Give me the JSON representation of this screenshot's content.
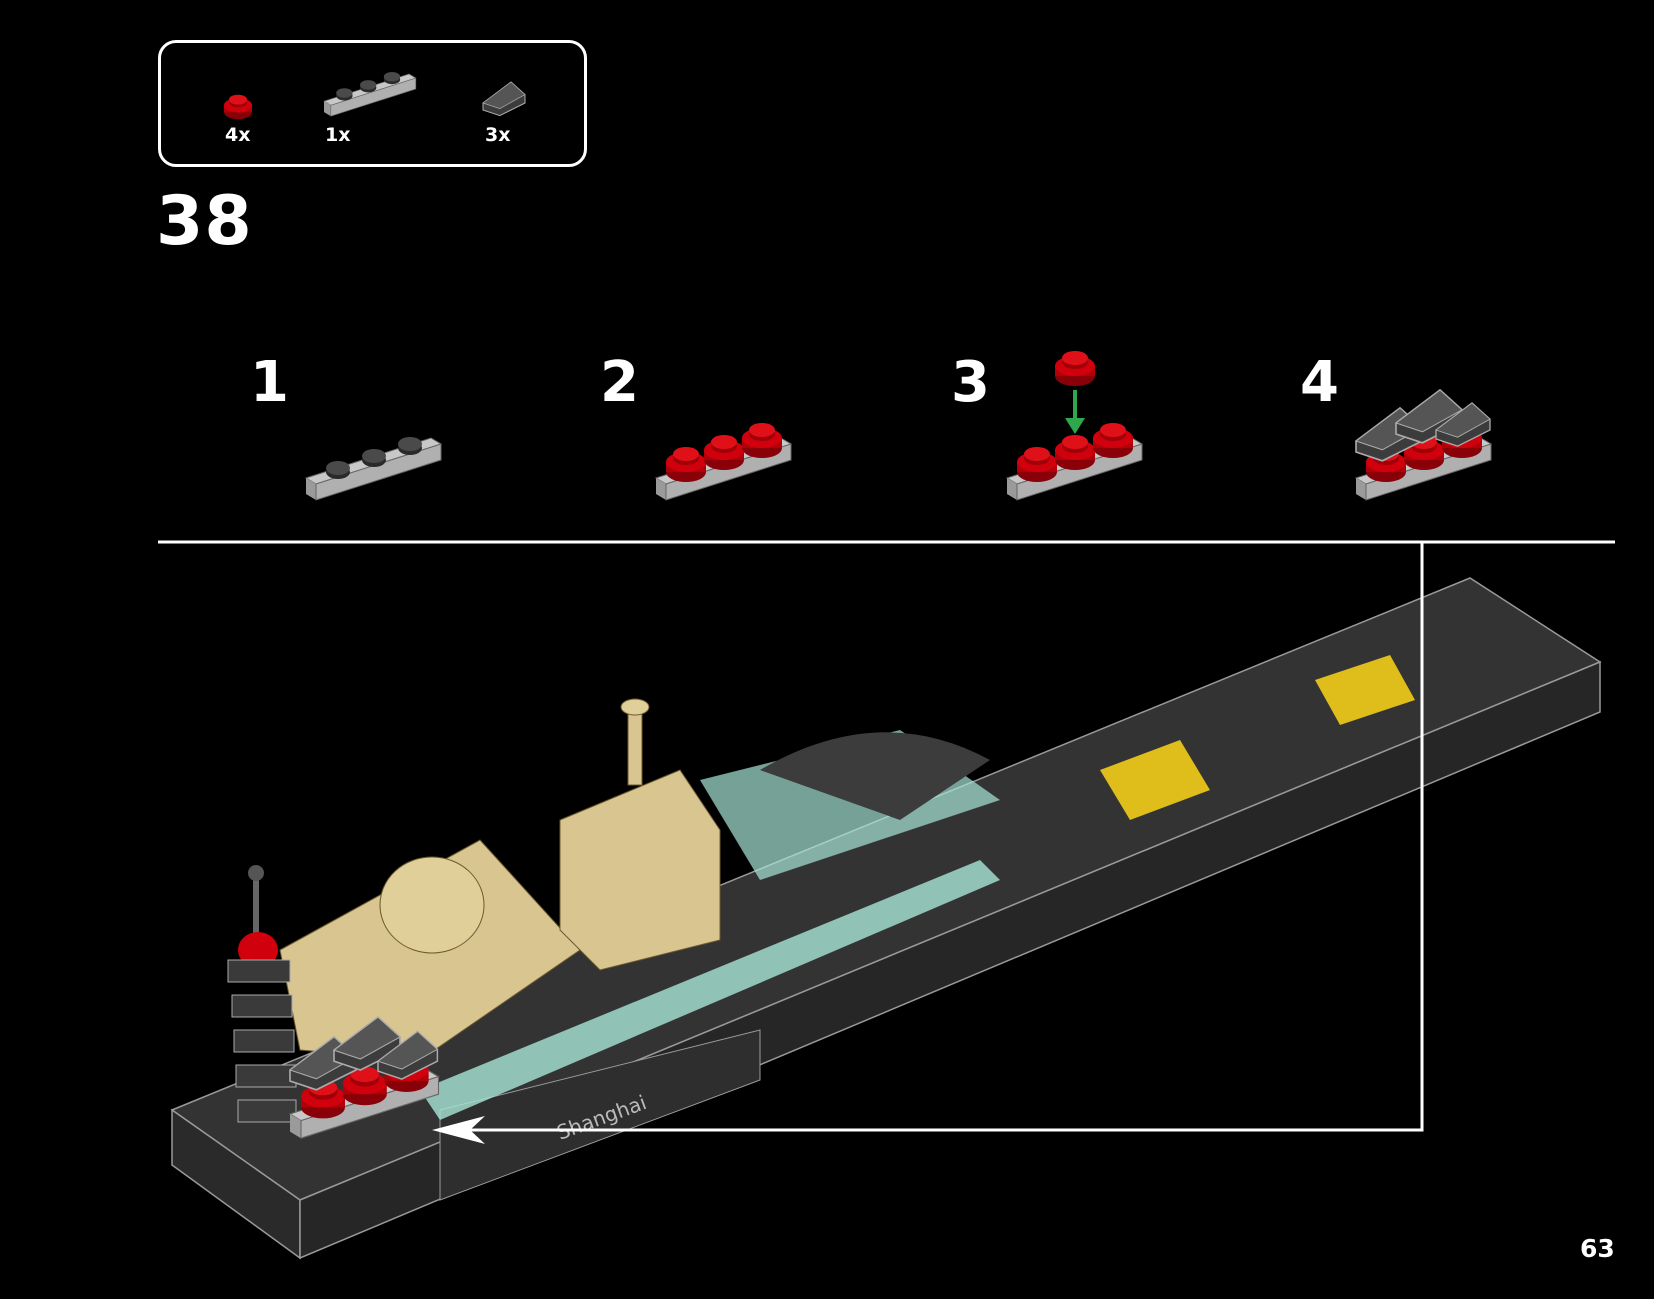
{
  "parts_list": [
    {
      "part": "red-round-plate-1x1",
      "quantity": "4x"
    },
    {
      "part": "light-gray-plate-1x3",
      "quantity": "1x"
    },
    {
      "part": "dark-gray-slope-1x1",
      "quantity": "3x"
    }
  ],
  "step": {
    "number": "38"
  },
  "sub_steps": [
    {
      "number": "1"
    },
    {
      "number": "2"
    },
    {
      "number": "3"
    },
    {
      "number": "4"
    }
  ],
  "model": {
    "base_label": "Shanghai"
  },
  "page": {
    "number": "63"
  },
  "colors": {
    "red": "#c8000a",
    "light_gray": "#a0a0a0",
    "dark_gray": "#3a3a3a",
    "tan": "#d8c58f",
    "trans_aqua": "#a8e6d6",
    "arrow_green": "#2ea84a",
    "yellow": "#f2cd1a"
  }
}
